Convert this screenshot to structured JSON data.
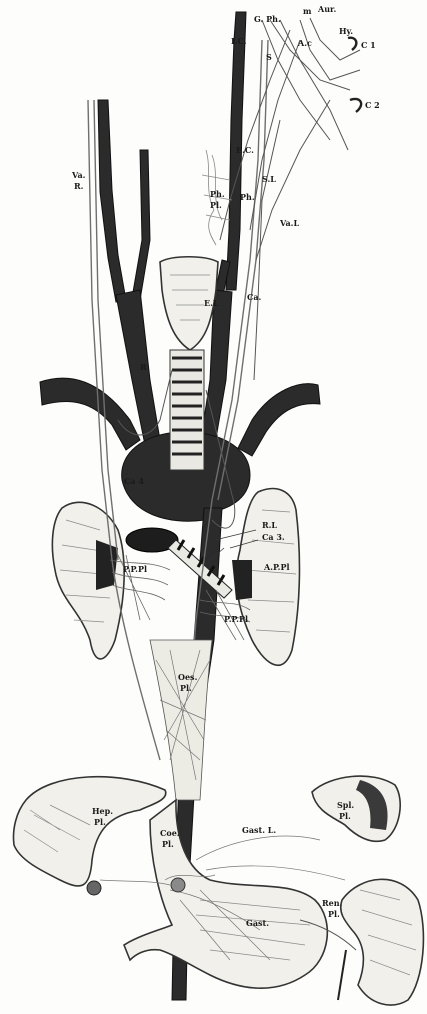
{
  "labels": {
    "lc": "I.C.",
    "gph": "G. Ph.",
    "m": "m",
    "aur": "Aur.",
    "ac": "A.c",
    "hy": "Hy.",
    "c1": "C 1",
    "c2": "C 2",
    "s": "S",
    "ec": "E.C.",
    "vag_r_1": "Va.",
    "vag_r_2": "R.",
    "ph_pl_1": "Ph.",
    "ph_pl_2": "Pl.",
    "ph": "Ph.",
    "sl": "S.L",
    "vag_l": "Va.L",
    "el": "E.L",
    "ca1": "Ca.",
    "r": "R",
    "ca4": "Ca 4",
    "rl": "R.L",
    "ca3": "Ca 3.",
    "appl": "A.P.Pl",
    "pppl_r": "P.P.Pl",
    "pppl_l": "P.P.Pl",
    "oes_pl_1": "Oes.",
    "oes_pl_2": "Pl.",
    "hep_pl_1": "Hep.",
    "hep_pl_2": "Pl.",
    "coe_pl_1": "Coe.",
    "coe_pl_2": "Pl.",
    "spl_pl_1": "Spl.",
    "spl_pl_2": "Pl.",
    "gast_l": "Gast. L.",
    "ren_pl_1": "Ren.",
    "ren_pl_2": "Pl.",
    "gast": "Gast."
  }
}
